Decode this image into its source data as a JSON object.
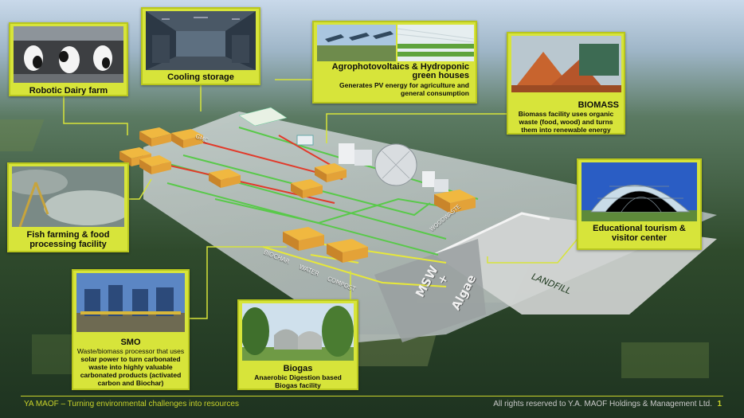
{
  "cards": {
    "dairy": {
      "title": "Robotic Dairy farm"
    },
    "cooling": {
      "title": "Cooling storage"
    },
    "agro": {
      "title_line1": "Agrophotovoltaics & Hydroponic",
      "title_line2": "green houses",
      "desc_line1": "Generates PV energy for agriculture and",
      "desc_line2": "general consumption"
    },
    "biomass": {
      "title": "BIOMASS",
      "desc_line1": "Biomass facility uses organic",
      "desc_line2": "waste (food, wood) and turns",
      "desc_line3": "them into renewable energy"
    },
    "fish": {
      "title_line1": "Fish farming & food",
      "title_line2": "processing facility"
    },
    "tourism": {
      "title_line1": "Educational tourism &",
      "title_line2": "visitor center"
    },
    "smo": {
      "title": "SMO",
      "desc_line1": "Waste/biomass processor that uses",
      "desc_line2": "solar power to turn carbonated",
      "desc_line3": "waste into highly valuable",
      "desc_line4": "carbonated products (activated",
      "desc_line5": "carbon and Biochar)"
    },
    "biogas": {
      "title": "Biogas",
      "desc_line1": "Anaerobic Digestion based",
      "desc_line2": "Biogas facility"
    }
  },
  "map_labels": {
    "msw": "MSW",
    "plus": "+",
    "algae": "Algae",
    "landfill": "LANDFILL",
    "biochar": "BIOCHAR",
    "water": "WATER",
    "compost": "COMPOST",
    "woodwaste": "WOODWASTE",
    "gmc": "GMC"
  },
  "footer": {
    "left": "YA MAOF – Turning environmental challenges into resources",
    "right": "All rights reserved to Y.A. MAOF Holdings & Management Ltd.",
    "page": "1"
  },
  "colors": {
    "card": "#d7e43a",
    "accent": "#c8d22a",
    "line_red": "#e23a2a",
    "line_green": "#59c94a",
    "line_yellow": "#e7e83a"
  }
}
